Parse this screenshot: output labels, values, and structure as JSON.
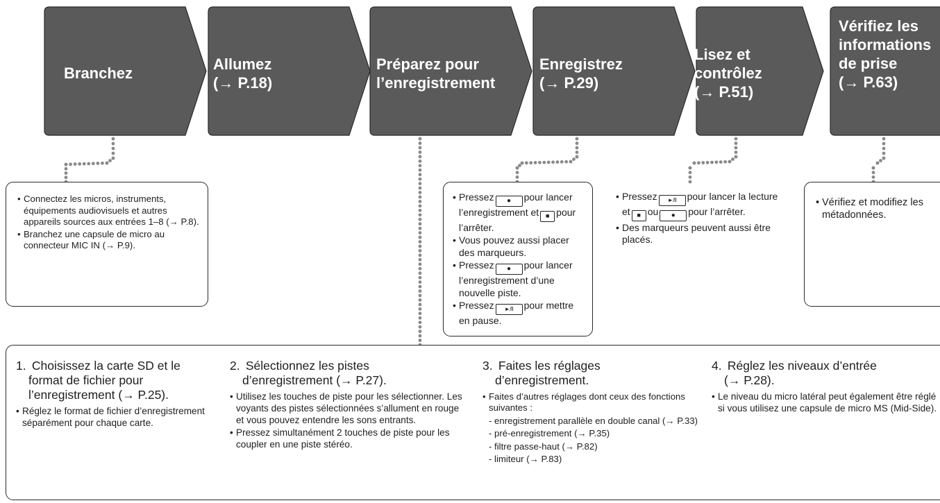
{
  "steps": [
    {
      "label": "Branchez",
      "label2": ""
    },
    {
      "label": "Allumez",
      "label2": "(→ P.18)"
    },
    {
      "label": "Préparez pour",
      "label2": "l’enregistrement"
    },
    {
      "label": "Enregistrez",
      "label2": "(→ P.29)"
    },
    {
      "label": "Lisez et",
      "label2": "contrôlez",
      "label3": "(→ P.51)"
    },
    {
      "label": "Vérifiez les",
      "label2": "informations",
      "label3": "de prise",
      "label4": "(→ P.63)"
    }
  ],
  "notes": {
    "connect": [
      "Connectez les micros, instruments, équipements audiovisuels et autres appareils sources aux entrées 1–8 (→ P.8).",
      "Branchez une capsule de micro au connecteur MIC IN (→ P.9)."
    ],
    "record": {
      "b1_pre": "Pressez",
      "b1_post": "pour lancer l’enregistrement et",
      "b1_end": "pour l’arrêter.",
      "b2": "Vous pouvez aussi placer des marqueurs.",
      "b3_pre": "Pressez",
      "b3_post": "pour lancer l’enregistrement d’une nouvelle piste.",
      "b4_pre": "Pressez",
      "b4_post": "pour mettre en pause."
    },
    "play": {
      "b1_pre": "Pressez",
      "b1_mid": "pour lancer la lecture et",
      "b1_ou": "ou",
      "b1_end": "pour l’arrêter.",
      "b2": "Des marqueurs peuvent aussi être placés."
    },
    "verify": [
      "Vérifiez et modifiez les métadonnées."
    ]
  },
  "keys": {
    "rec": "●",
    "stop": "■",
    "playpause": "►/II"
  },
  "prep": [
    {
      "num": "1.",
      "head1": "Choisissez la carte SD et le",
      "head2": "format de fichier pour",
      "head3": "l’enregistrement (→ P.25).",
      "bullets": [
        "Réglez le format de fichier d’enregistrement séparément pour chaque carte."
      ]
    },
    {
      "num": "2.",
      "head1": "Sélectionnez les pistes",
      "head2": "d’enregistrement (→ P.27).",
      "bullets": [
        "Utilisez les touches de piste pour les sélectionner. Les voyants des pistes sélectionnées s’allument en rouge et vous pouvez entendre les sons entrants.",
        "Pressez simultanément 2 touches de piste pour les coupler en une piste stéréo."
      ]
    },
    {
      "num": "3.",
      "head1": "Faites les réglages",
      "head2": "d’enregistrement.",
      "bullets": [
        "Faites d’autres réglages dont ceux des fonctions suivantes :"
      ],
      "dashes": [
        "- enregistrement parallèle en double canal (→ P.33)",
        "- pré-enregistrement (→ P.35)",
        "- filtre passe-haut (→ P.82)",
        "- limiteur (→ P.83)"
      ]
    },
    {
      "num": "4.",
      "head1": "Réglez les niveaux d’entrée",
      "head2": "(→ P.28).",
      "bullets": [
        "Le niveau du micro latéral peut également être réglé si vous utilisez une capsule de micro MS (Mid-Side)."
      ]
    }
  ],
  "colors": {
    "arrow": "#5a5a5a",
    "arrow_edge": "#2a2a2a",
    "dots": "#8a8a8a"
  }
}
